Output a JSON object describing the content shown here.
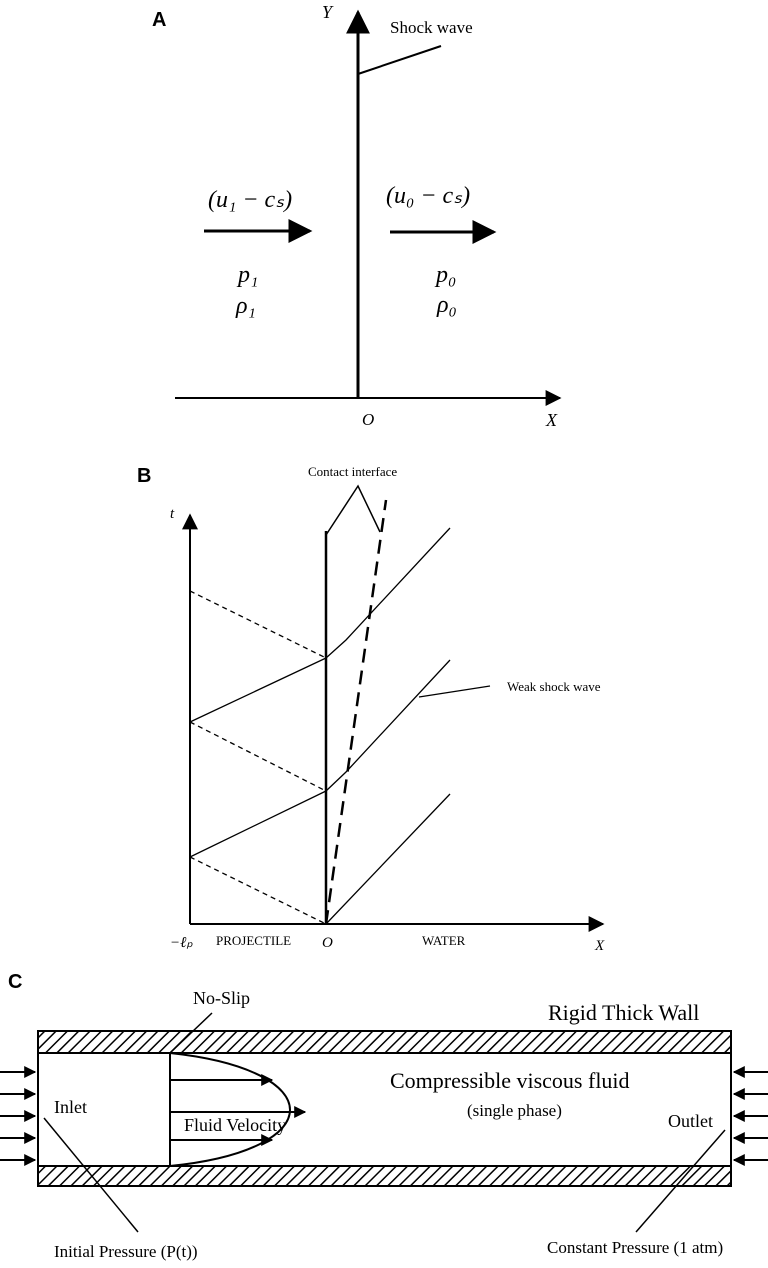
{
  "panel_a": {
    "label": "A",
    "y_axis": "Y",
    "x_axis": "X",
    "origin": "O",
    "shock_wave": "Shock wave",
    "left_velocity": "(u₁ − cₛ)",
    "left_pressure": "p₁",
    "left_density": "ρ₁",
    "right_velocity": "(u₀ − cₛ)",
    "right_pressure": "p₀",
    "right_density": "ρ₀"
  },
  "panel_b": {
    "label": "B",
    "t_axis": "t",
    "x_axis": "X",
    "origin": "O",
    "left_tick": "−ℓₚ",
    "projectile": "PROJECTILE",
    "water": "WATER",
    "contact_interface": "Contact interface",
    "weak_shock": "Weak shock wave"
  },
  "panel_c": {
    "label": "C",
    "no_slip": "No-Slip",
    "wall": "Rigid Thick Wall",
    "fluid": "Compressible viscous fluid",
    "phase": "(single phase)",
    "inlet": "Inlet",
    "outlet": "Outlet",
    "fluid_velocity": "Fluid Velocity",
    "initial_pressure": "Initial Pressure (P(t))",
    "constant_pressure": "Constant Pressure (1 atm)"
  }
}
